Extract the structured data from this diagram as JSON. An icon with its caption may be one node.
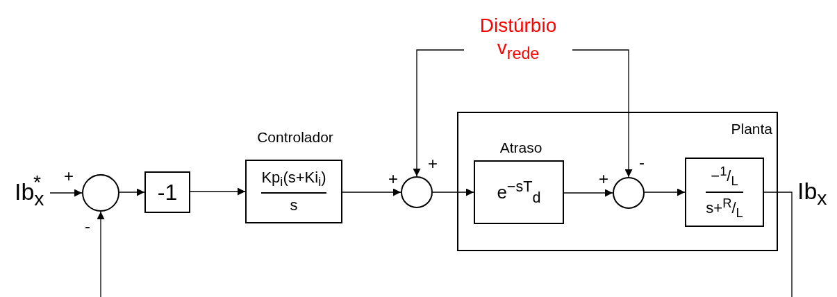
{
  "diagram": {
    "nodes": [
      {
        "text": [
          "Ib$_{x}$$^{*}$"
        ]
      },
      {
        "text": [],
        "shape": "circle",
        "beside": [
          "+",
          "-"
        ]
      },
      {
        "text": [
          "-1"
        ]
      },
      {
        "text": [
          "Controlador",
          "Kp$_{i}$(s+Ki$_{i}$)",
          "s"
        ]
      },
      {
        "text": [],
        "shape": "circle",
        "beside": [
          "+",
          "+"
        ]
      },
      {
        "text": [
          "Distúrbio",
          "v$_{rede}$"
        ]
      },
      {
        "text": [
          "Planta"
        ]
      },
      {
        "text": [
          "Atraso",
          "e$^{−sT}$$_{d}$"
        ],
        "in": 6
      },
      {
        "text": [],
        "shape": "circle",
        "beside": [
          "+",
          "-"
        ],
        "in": 6
      },
      {
        "text": [
          "−$^{1}$/$_{L}$",
          "s+$^{R}$/$_{L}$"
        ],
        "in": 6
      }
    ],
    "edges": [
      {
        "from": 0,
        "to": 1,
        "arrow": "to"
      },
      {
        "from": 1,
        "to": 2,
        "arrow": "to"
      },
      {
        "from": 2,
        "to": 3,
        "arrow": "to"
      },
      {
        "from": 3,
        "to": 4,
        "arrow": "to"
      },
      {
        "from": 5,
        "to": 4,
        "arrow": "to"
      },
      {
        "from": 4,
        "to": 7,
        "arrow": "to"
      },
      {
        "from": 5,
        "to": 8,
        "arrow": "to"
      },
      {
        "from": 7,
        "to": 8,
        "arrow": "to"
      },
      {
        "from": 8,
        "to": 9,
        "arrow": "to"
      },
      {
        "from": 9,
        "to": null,
        "arrow": "none"
      },
      {
        "from": null,
        "to": 1,
        "arrow": "to"
      }
    ],
    "labels": [
      "Ib$_{x}$"
    ]
  }
}
